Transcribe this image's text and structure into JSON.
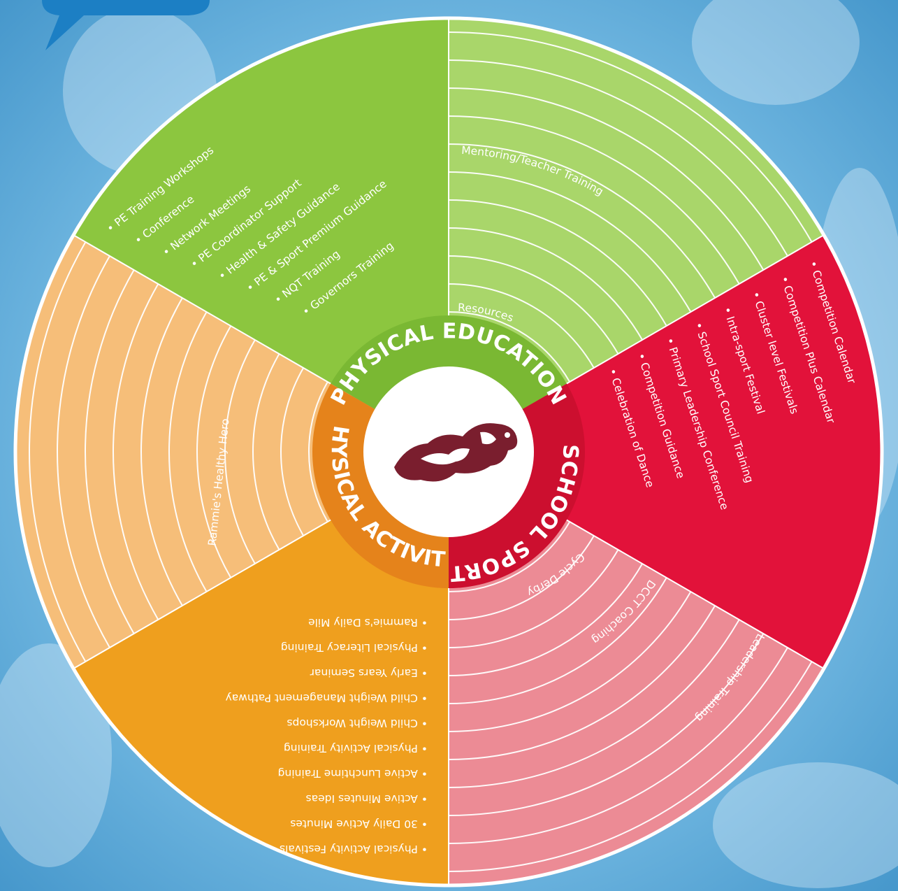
{
  "colors": {
    "background": "#5aa9d8",
    "physical_education": "#8cc63f",
    "physical_education_light": "#a9d66a",
    "school_sport": "#e2123a",
    "school_sport_light": "#ec8b95",
    "physical_activity": "#ef9f1e",
    "physical_activity_light": "#f6be79",
    "hub_ring_pe": "#7ab833",
    "hub_ring_ss": "#cc0f2f",
    "hub_ring_pa": "#e5831b",
    "logo": "#7a1e2e"
  },
  "hub": {
    "physical_education": "PHYSICAL EDUCATION",
    "school_sport": "SCHOOL SPORT",
    "physical_activity": "PHYSICAL ACTIVITY",
    "logo_icon": "leaping-ram-mascot-icon"
  },
  "physical_education": {
    "bullets": [
      "PE Training Workshops",
      "Conference",
      "Network Meetings",
      "PE Coordinator Support",
      "Health & Safety Guidance",
      "PE & Sport Premium Guidance",
      "NQT Training",
      "Governors Training"
    ],
    "extras": [
      "Mentoring/Teacher Training",
      "Resources"
    ]
  },
  "school_sport": {
    "bullets": [
      "Competition Calendar",
      "Competition Plus Calendar",
      "Cluster level Festivals",
      "Intra-sport Festival",
      "School Sport Council Training",
      "Primary Leadership Conference",
      "Competition Guidance",
      "Celebration of Dance"
    ],
    "extras": [
      "Cycle Derby",
      "DCCT Coaching",
      "Leadership Training"
    ]
  },
  "physical_activity": {
    "bullets": [
      "Rammie's Daily Mile",
      "Physical Literacy Training",
      "Early Years Seminar",
      "Child Weight Management Pathway",
      "Child Weight Workshops",
      "Physical Activity Training",
      "Active Lunchtime Training",
      "Active Minutes Ideas",
      "30 Daily Active Minutes",
      "Physical Activity Festivals"
    ],
    "extras": [
      "Rammie's Healthy Hero"
    ]
  }
}
